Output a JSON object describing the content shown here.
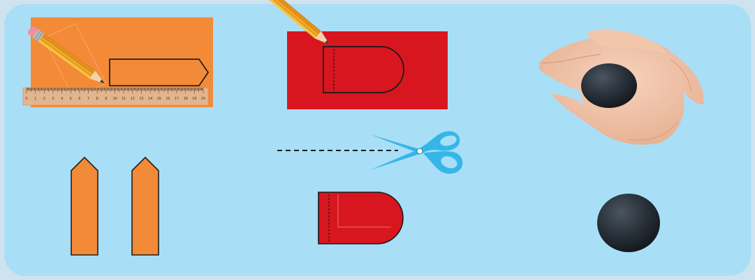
{
  "ruler": {
    "tick_labels": [
      "0",
      "1",
      "2",
      "3",
      "4",
      "5",
      "6",
      "7",
      "8",
      "9",
      "10",
      "11",
      "12",
      "13",
      "14",
      "15",
      "16",
      "17",
      "18",
      "19",
      "20"
    ]
  },
  "colors": {
    "panel": "#a9def7",
    "orange_paper": "#f38a37",
    "red_paper": "#d8161f",
    "ruler": "#e3b58e",
    "clay": "#242c33",
    "scissors": "#35b6e8",
    "skin": "#f1c6aa"
  },
  "icons": [
    "pencil-icon",
    "ruler-icon",
    "scissors-icon",
    "hand-icon",
    "clay-ball-icon"
  ]
}
